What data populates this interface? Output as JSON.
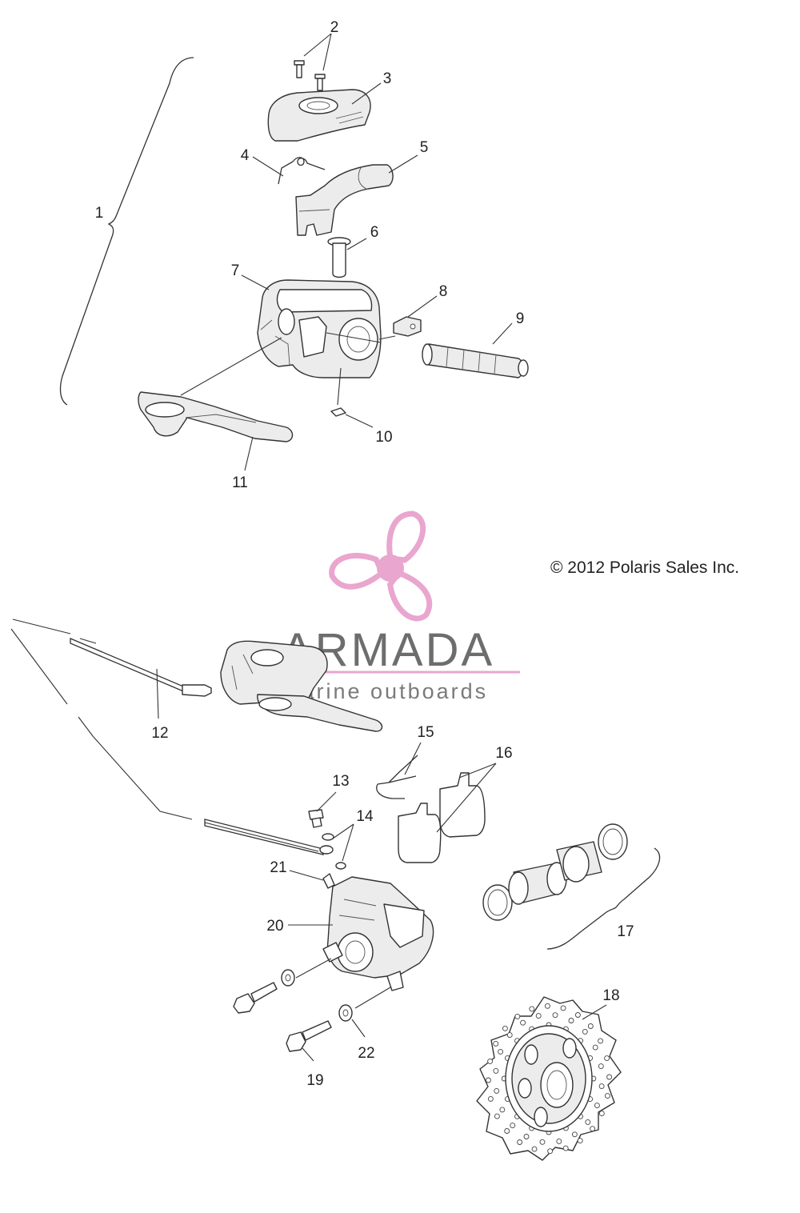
{
  "copyright": "© 2012 Polaris Sales Inc.",
  "watermark": {
    "name": "ARMADA",
    "tagline": "marine outboards",
    "logo_icon": "propeller-icon",
    "colors": {
      "logo": "#e9a6cf",
      "text": "#6d6d6d",
      "underline": "#e9a6cf"
    }
  },
  "callouts": [
    "1",
    "2",
    "3",
    "4",
    "5",
    "6",
    "7",
    "8",
    "9",
    "10",
    "11",
    "12",
    "13",
    "14",
    "15",
    "16",
    "17",
    "18",
    "19",
    "20",
    "21",
    "22"
  ]
}
